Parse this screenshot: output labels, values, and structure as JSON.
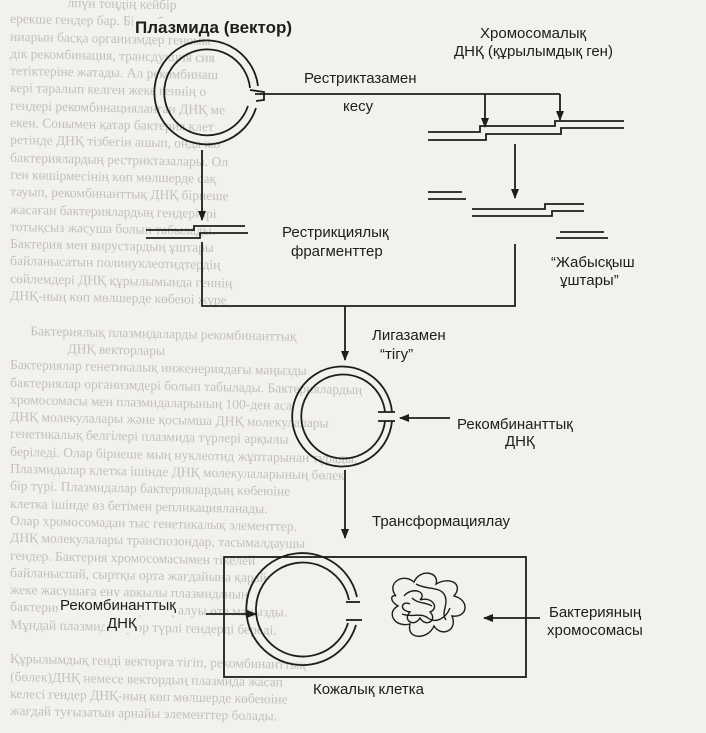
{
  "labels": {
    "plasmid": "Плазмида (вектор)",
    "chromosomal_dna_1": "Хромосомалық",
    "chromosomal_dna_2": "ДНҚ (құрылымдық ген)",
    "restriction_cut_1": "Рестриктазамен",
    "restriction_cut_2": "кесу",
    "fragments_1": "Рестрикциялық",
    "fragments_2": "фрагменттер",
    "sticky_ends_1": "“Жабысқыш",
    "sticky_ends_2": "ұштары”",
    "ligation_1": "Лигазамен",
    "ligation_2": "“тігу”",
    "recombinant_dna_1": "Рекомбинанттық",
    "recombinant_dna_2": "ДНҚ",
    "transformation": "Трансформациялау",
    "recombinant_dna_left_1": "Рекомбинанттық",
    "recombinant_dna_left_2": "ДНҚ",
    "bacterial_chrom_1": "Бактерияның",
    "bacterial_chrom_2": "хромосомасы",
    "host_cell": "Кожалық клетка"
  },
  "background_text": [
    "                    лпүн тоңдің кейбір",
    "   ерекше гендер бар. Бірақ бұл ген",
    "   ниарын басқа организмдер геномы",
    "   дік рекомбинация, трансдукция сия",
    "   тетіктеріне жатады. Ал рекомбинаш",
    "   кері таралып келген жеке геннің о",
    "   гендері рекомбинацияланған ДНҚ ме",
    "   екен. Сонымен қатар бактерия клет",
    "   ретінде ДНҚ тізбегін ашып, онда жо",
    "   бактериялардың рестриктазалары. Ол",
    "   ген көшірмесінің көп мөлшерде сақ",
    "   тауып, рекомбинанттық ДНҚ бірнеше",
    "   жасаған бактериялардың гендері ірі",
    "   тотықсыз жасуша болып табылады.",
    "   Бактерия мен вирустардың ұштары",
    "   байланысатын полинуклеотидтердің",
    "   сөйлемдері ДНҚ құрылымында геннің",
    "   ДНҚ-ның көп мөлшерде көбеюі жүре",
    "   ",
    "         Бактериялық плазмидаларды рекомбинанттық",
    "                    ДНҚ векторлары",
    "   Бактериялар генетикалық инженериядағы маңызды",
    "   бактериялар организмдері болып табылады. Бактериялардың",
    "   хромосомасы мен плазмидаларының 100-ден аса",
    "   ДНҚ молекулалары және қосымша ДНҚ молекулалары",
    "   генетикалық белгілері плазмида түрлері арқылы",
    "   беріледі. Олар бірнеше мың нуклеотид жұптарынан тұрады.",
    "   Плазмидалар клетка ішінде ДНҚ молекулаларының бөлек",
    "   бір түрі. Плазмидалар бактериялардың көбеюіне",
    "   клетка ішінде өз бетімен репликацияланады.",
    "   Олар хромосомадан тыс генетикалық элементтер.",
    "   ДНҚ молекулалары транспозондар, тасымалдаушы",
    "   гендер. Бактерия хромосомасымен тікелей",
    "   байланыспай, сыртқы орта жағдайына қарай",
    "   жеке жасушаға ену арқылы плазмиданың",
    "   бактериялық клеткаларға таралуы өте маңызды.",
    "   Мұндай плазмидалар әр түрлі гендерді береді.",
    "   ",
    "   Құрылымдық генді векторға тігіп, рекомбинанттық",
    "   (бөлек)ДНҚ немесе вектордың плазмида жасап",
    "   келесі гендер ДНҚ-ның көп мөлшерде көбеюіне",
    "   жағдай туғызатын арнайы элементтер болады."
  ]
}
